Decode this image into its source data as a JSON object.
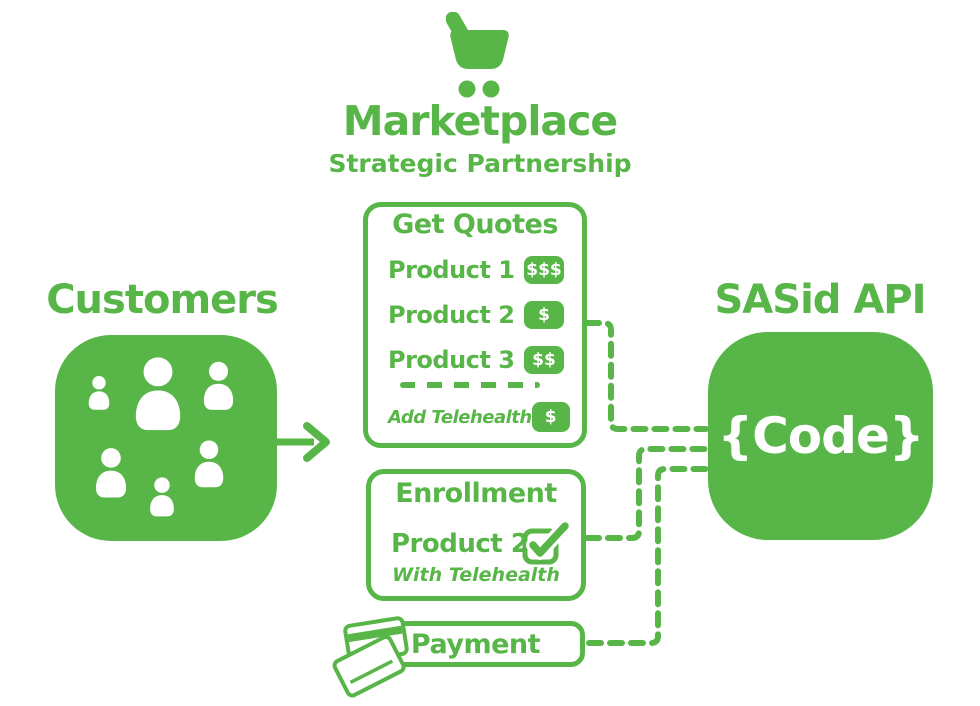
{
  "colors": {
    "brand_green": "#57b647",
    "icon_white": "#ffffff"
  },
  "header": {
    "icon": "cart-icon",
    "title": "Marketplace",
    "subtitle": "Strategic Partnership"
  },
  "customers": {
    "label": "Customers",
    "icon": "people-group-icon"
  },
  "sasid": {
    "label": "SASid API",
    "code": "{Code}"
  },
  "quotes": {
    "title": "Get Quotes",
    "rows": [
      {
        "label": "Product 1",
        "price": "$$$"
      },
      {
        "label": "Product 2",
        "price": "$"
      },
      {
        "label": "Product 3",
        "price": "$$"
      }
    ],
    "addon": {
      "label": "Add Telehealth",
      "price": "$"
    }
  },
  "enrollment": {
    "title": "Enrollment",
    "product": "Product 2",
    "note": "With Telehealth",
    "icon": "checkbox-checked-icon"
  },
  "payment": {
    "title": "Payment",
    "icon": "credit-cards-icon"
  },
  "flow": {
    "arrow": "arrow-right-icon",
    "connectors": [
      "get-quotes-to-sasid-api",
      "enrollment-to-sasid-api",
      "payment-to-sasid-api"
    ]
  }
}
